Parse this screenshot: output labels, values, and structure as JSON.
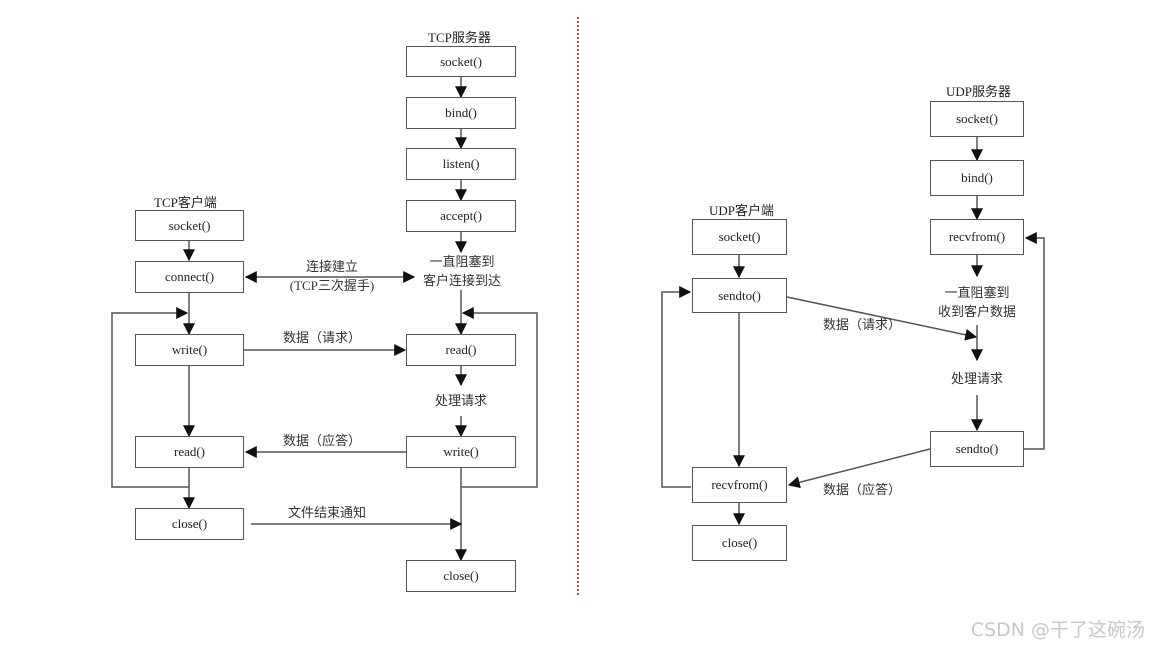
{
  "tcp": {
    "server_title": "TCP服务器",
    "client_title": "TCP客户端",
    "server": {
      "socket": "socket()",
      "bind": "bind()",
      "listen": "listen()",
      "accept": "accept()",
      "block_note_line1": "一直阻塞到",
      "block_note_line2": "客户连接到达",
      "read": "read()",
      "process": "处理请求",
      "write": "write()",
      "close": "close()"
    },
    "client": {
      "socket": "socket()",
      "connect": "connect()",
      "write": "write()",
      "read": "read()",
      "close": "close()"
    },
    "edges": {
      "connect_line1": "连接建立",
      "connect_line2": "(TCP三次握手)",
      "request": "数据（请求）",
      "reply": "数据（应答）",
      "eof": "文件结束通知"
    }
  },
  "udp": {
    "server_title": "UDP服务器",
    "client_title": "UDP客户端",
    "server": {
      "socket": "socket()",
      "bind": "bind()",
      "recvfrom": "recvfrom()",
      "block_note_line1": "一直阻塞到",
      "block_note_line2": "收到客户数据",
      "process": "处理请求",
      "sendto": "sendto()"
    },
    "client": {
      "socket": "socket()",
      "sendto": "sendto()",
      "recvfrom": "recvfrom()",
      "close": "close()"
    },
    "edges": {
      "request": "数据（请求）",
      "reply": "数据（应答）"
    }
  },
  "watermark": "CSDN @干了这碗汤",
  "colors": {
    "divider": "#e53935",
    "line": "#555555"
  }
}
